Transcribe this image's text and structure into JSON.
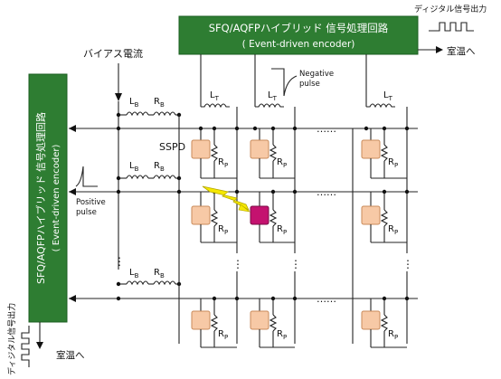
{
  "top_encoder": {
    "line1": "SFQ/AQFPハイブリッド 信号処理回路",
    "line2": "( Event-driven encoder)"
  },
  "left_encoder": {
    "line1": "SFQ/AQFPハイブリッド 信号処理回路",
    "line2": "( Event-driven encoder)"
  },
  "labels": {
    "digital_out_top": "ディジタル信号出力",
    "to_room_temp_top": "室温へ",
    "bias_current": "バイアス電流",
    "negative_pulse": "Negative\npulse",
    "positive_pulse": "Positive\npulse",
    "sspd": "SSPD",
    "digital_out_left": "ディジタル信号出力",
    "to_room_temp_left": "室温へ",
    "dots": "……",
    "vdots": "⋮"
  },
  "components": {
    "LB": {
      "main": "L",
      "sub": "B"
    },
    "RB": {
      "main": "R",
      "sub": "B"
    },
    "LT": {
      "main": "L",
      "sub": "T"
    },
    "RP": {
      "main": "R",
      "sub": "P"
    }
  },
  "colors": {
    "encoder_box": "#2e7d32",
    "sspd": "#f7c9a6",
    "sspd_hit": "#c4126f",
    "photon_bolt": "#f5e800"
  }
}
